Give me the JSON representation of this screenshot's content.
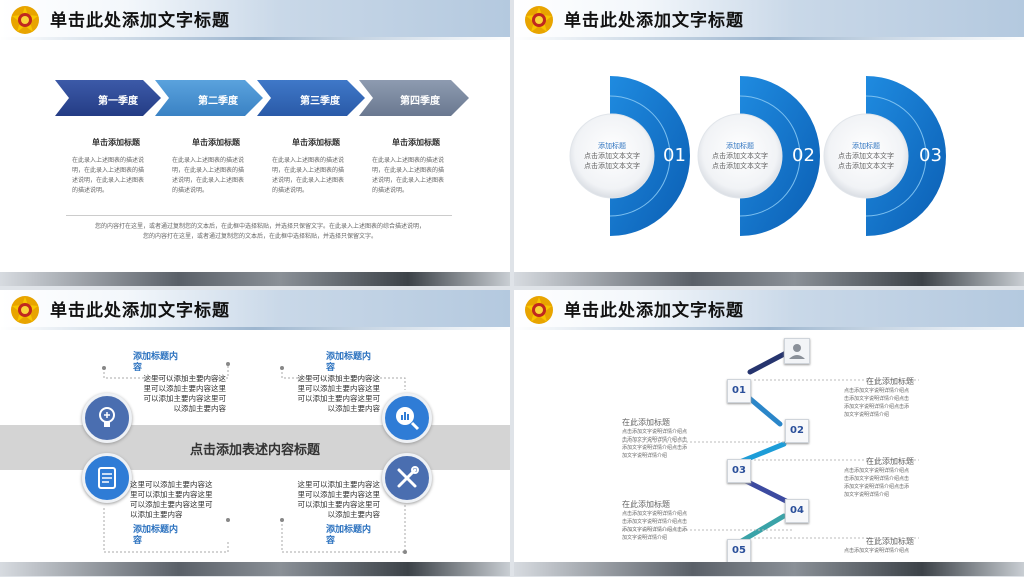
{
  "slide_title": "单击此处添加文字标题",
  "s1": {
    "arrows": [
      "第一季度",
      "第二季度",
      "第三季度",
      "第四季度"
    ],
    "cols": [
      {
        "heading": "单击添加标题",
        "lines": [
          "在此录入上述图表的描述说",
          "明，在此录入上述图表的描",
          "述说明，在此录入上述图表",
          "的描述说明。"
        ]
      },
      {
        "heading": "单击添加标题",
        "lines": [
          "在此录入上述图表的描述说",
          "明，在此录入上述图表的描",
          "述说明，在此录入上述图表",
          "的描述说明。"
        ]
      },
      {
        "heading": "单击添加标题",
        "lines": [
          "在此录入上述图表的描述说",
          "明，在此录入上述图表的描",
          "述说明，在此录入上述图表",
          "的描述说明。"
        ]
      },
      {
        "heading": "单击添加标题",
        "lines": [
          "在此录入上述图表的描述说",
          "明，在此录入上述图表的描",
          "述说明，在此录入上述图表",
          "的描述说明。"
        ]
      }
    ],
    "note_line1": "您的内容打在这里，或者通过复制您的文本后，在此框中选择粘贴，并选择只保留文字。在此录入上述图表的综合描述说明，",
    "note_line2": "您的内容打在这里，或者通过复制您的文本后，在此框中选择粘贴，并选择只保留文字。"
  },
  "s2": {
    "items": [
      {
        "title": "添加标题",
        "line1": "点击添加文本文字",
        "line2": "点击添加文本文字",
        "num": "01"
      },
      {
        "title": "添加标题",
        "line1": "点击添加文本文字",
        "line2": "点击添加文本文字",
        "num": "02"
      },
      {
        "title": "添加标题",
        "line1": "点击添加文本文字",
        "line2": "点击添加文本文字",
        "num": "03"
      }
    ]
  },
  "s3": {
    "band_title": "点击添加表述内容标题",
    "blocks": [
      {
        "title_a": "添加标题内",
        "title_b": "容",
        "lines": [
          "这里可以添加主要内容这",
          "里可以添加主要内容这里",
          "可以添加主要内容这里可",
          "以添加主要内容"
        ]
      },
      {
        "title_a": "添加标题内",
        "title_b": "容",
        "lines": [
          "这里可以添加主要内容这",
          "里可以添加主要内容这里",
          "可以添加主要内容这里可",
          "以添加主要内容"
        ]
      },
      {
        "title_a": "添加标题内",
        "title_b": "容",
        "lines": [
          "这里可以添加主要内容这",
          "里可以添加主要内容这里",
          "可以添加主要内容这里可",
          "以添加主要内容"
        ]
      },
      {
        "title_a": "添加标题内",
        "title_b": "容",
        "lines": [
          "这里可以添加主要内容这",
          "里可以添加主要内容这里",
          "可以添加主要内容这里可",
          "以添加主要内容"
        ]
      }
    ]
  },
  "s4": {
    "steps": [
      "01",
      "02",
      "03",
      "04",
      "05"
    ],
    "texts": [
      {
        "title": "在此添加标题",
        "lines": [
          "点击添加文字说明详情介绍点",
          "击添加文字说明详情介绍点击",
          "添加文字说明详情介绍点击添",
          "加文字说明详情介绍"
        ]
      },
      {
        "title": "在此添加标题",
        "lines": [
          "点击添加文字说明详情介绍点",
          "击添加文字说明详情介绍点击",
          "添加文字说明详情介绍点击添",
          "加文字说明详情介绍"
        ]
      },
      {
        "title": "在此添加标题",
        "lines": [
          "点击添加文字说明详情介绍点",
          "击添加文字说明详情介绍点击",
          "添加文字说明详情介绍点击添",
          "加文字说明详情介绍"
        ]
      },
      {
        "title": "在此添加标题",
        "lines": [
          "点击添加文字说明详情介绍点",
          "击添加文字说明详情介绍点击",
          "添加文字说明详情介绍点击添",
          "加文字说明详情介绍"
        ]
      },
      {
        "title": "在此添加标题",
        "lines": [
          "点击添加文字说明详情介绍点"
        ]
      }
    ]
  }
}
